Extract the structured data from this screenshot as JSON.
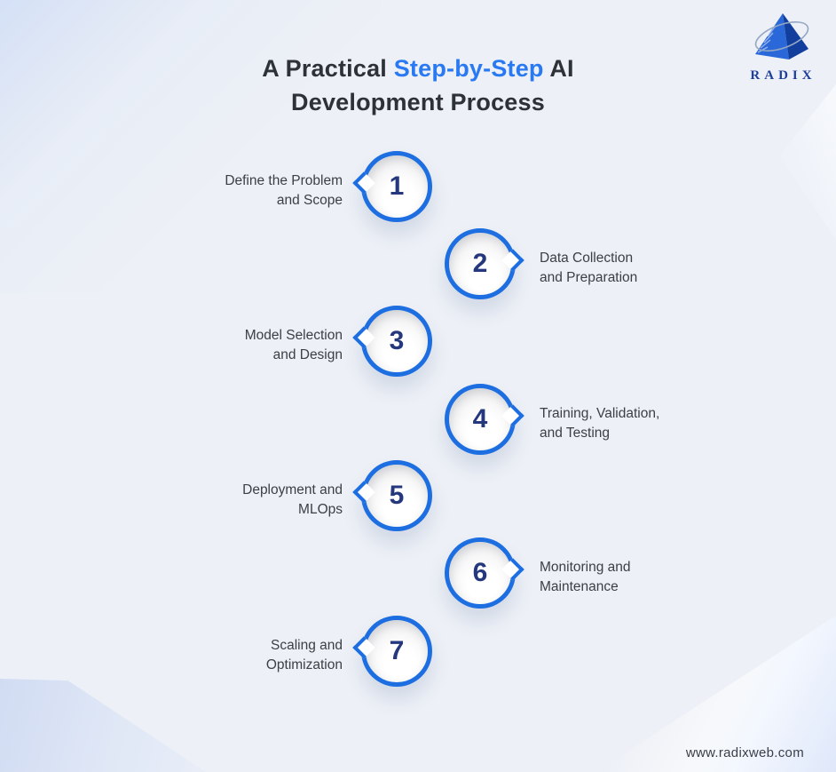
{
  "colors": {
    "background": "#edf0f6",
    "accent_blue": "#2979f2",
    "circle_border_blue": "#1d6ee0",
    "number_navy": "#25387d",
    "label_text": "#3b4046",
    "title_text": "#2d3238",
    "logo_navy": "#1e3e9e"
  },
  "brand": {
    "name": "RADIX",
    "logo_icon": "blue-pyramid-with-ring",
    "website": "www.radixweb.com"
  },
  "title": {
    "part1": "A Practical",
    "highlight": "Step-by-Step",
    "part2": "AI",
    "line2": "Development Process"
  },
  "steps": [
    {
      "number": "1",
      "side": "left",
      "label": "Define the Problem and Scope",
      "label_line1": "Define the Problem",
      "label_line2": "and Scope"
    },
    {
      "number": "2",
      "side": "right",
      "label": "Data Collection and Preparation",
      "label_line1": "Data Collection",
      "label_line2": "and Preparation"
    },
    {
      "number": "3",
      "side": "left",
      "label": "Model Selection and Design",
      "label_line1": "Model Selection",
      "label_line2": "and Design"
    },
    {
      "number": "4",
      "side": "right",
      "label": "Training, Validation, and Testing",
      "label_line1": "Training, Validation,",
      "label_line2": "and Testing"
    },
    {
      "number": "5",
      "side": "left",
      "label": "Deployment and MLOps",
      "label_line1": "Deployment and",
      "label_line2": "MLOps"
    },
    {
      "number": "6",
      "side": "right",
      "label": "Monitoring and Maintenance",
      "label_line1": "Monitoring and",
      "label_line2": "Maintenance"
    },
    {
      "number": "7",
      "side": "left",
      "label": "Scaling and Optimization",
      "label_line1": "Scaling and",
      "label_line2": "Optimization"
    }
  ]
}
